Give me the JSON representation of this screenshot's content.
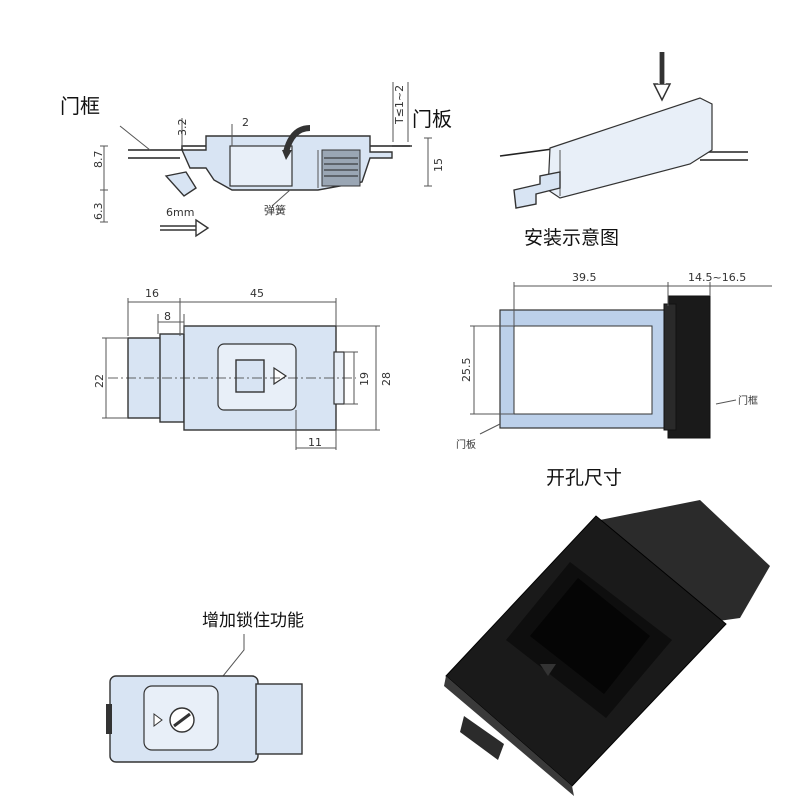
{
  "section_view": {
    "label_frame": "门框",
    "label_panel": "门板",
    "label_spring": "弹簧",
    "dim_3_2": "3.2",
    "dim_2": "2",
    "dim_t": "T≤1~2",
    "dim_8_7": "8.7",
    "dim_6_3": "6.3",
    "dim_15": "15",
    "dim_6mm": "6mm"
  },
  "install_view": {
    "caption": "安装示意图"
  },
  "top_view": {
    "dim_16": "16",
    "dim_45": "45",
    "dim_8": "8",
    "dim_22": "22",
    "dim_19": "19",
    "dim_28": "28",
    "dim_11": "11"
  },
  "cutout_view": {
    "dim_39_5": "39.5",
    "dim_14_5": "14.5~16.5",
    "dim_25_5": "25.5",
    "label_panel": "门板",
    "label_frame": "门框",
    "caption": "开孔尺寸"
  },
  "lock_view": {
    "caption": "增加锁住功能"
  },
  "colors": {
    "part_fill": "#d8e4f3",
    "panel_fill": "#bcd0ea",
    "product_black": "#1a1a1a"
  }
}
